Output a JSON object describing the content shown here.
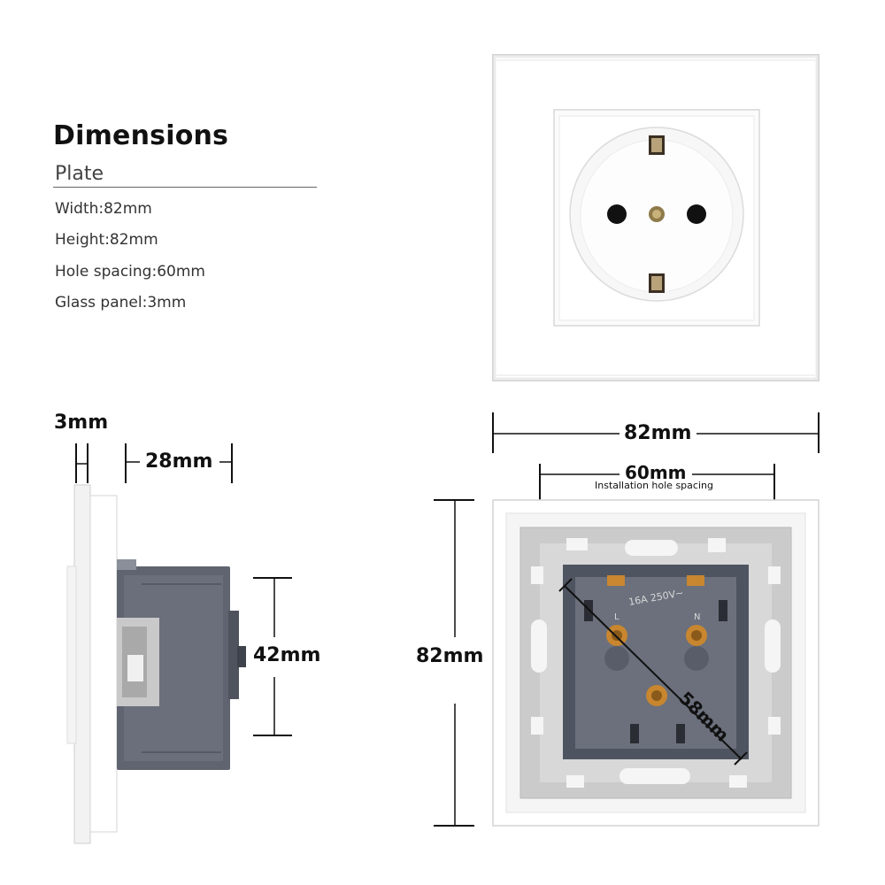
{
  "heading": {
    "title": "Dimensions",
    "subtitle": "Plate"
  },
  "specs": [
    "Width:82mm",
    "Height:82mm",
    "Hole spacing:60mm",
    "Glass panel:3mm"
  ],
  "side_view": {
    "glass_thickness": "3mm",
    "depth": "28mm",
    "module_height": "42mm"
  },
  "back_view": {
    "width": "82mm",
    "height": "82mm",
    "hole_spacing": "60mm",
    "hole_spacing_caption": "Installation hole spacing",
    "diagonal": "58mm",
    "rating_label": "16A 250V~",
    "live_label": "L",
    "neutral_label": "N"
  },
  "colors": {
    "module_gray": "#5f6470",
    "frame_gray": "#c9c9c9",
    "plate_white": "#ffffff",
    "brass": "#c8862f"
  }
}
